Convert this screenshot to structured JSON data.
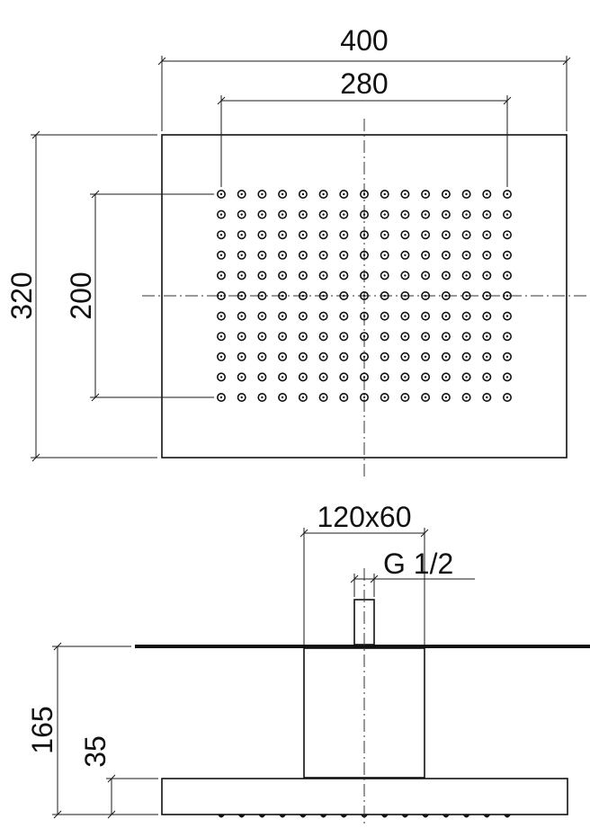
{
  "top_view": {
    "width_label": "400",
    "nozzle_span_label": "280",
    "height_label": "320",
    "nozzle_height_label": "200",
    "nozzle_grid": {
      "columns": 15,
      "rows": 11
    }
  },
  "side_view": {
    "arm_label": "120x60",
    "thread_label": "G 1/2",
    "total_height_label": "165",
    "head_height_label": "35"
  },
  "colors": {
    "line": "#111111",
    "background": "#ffffff"
  }
}
